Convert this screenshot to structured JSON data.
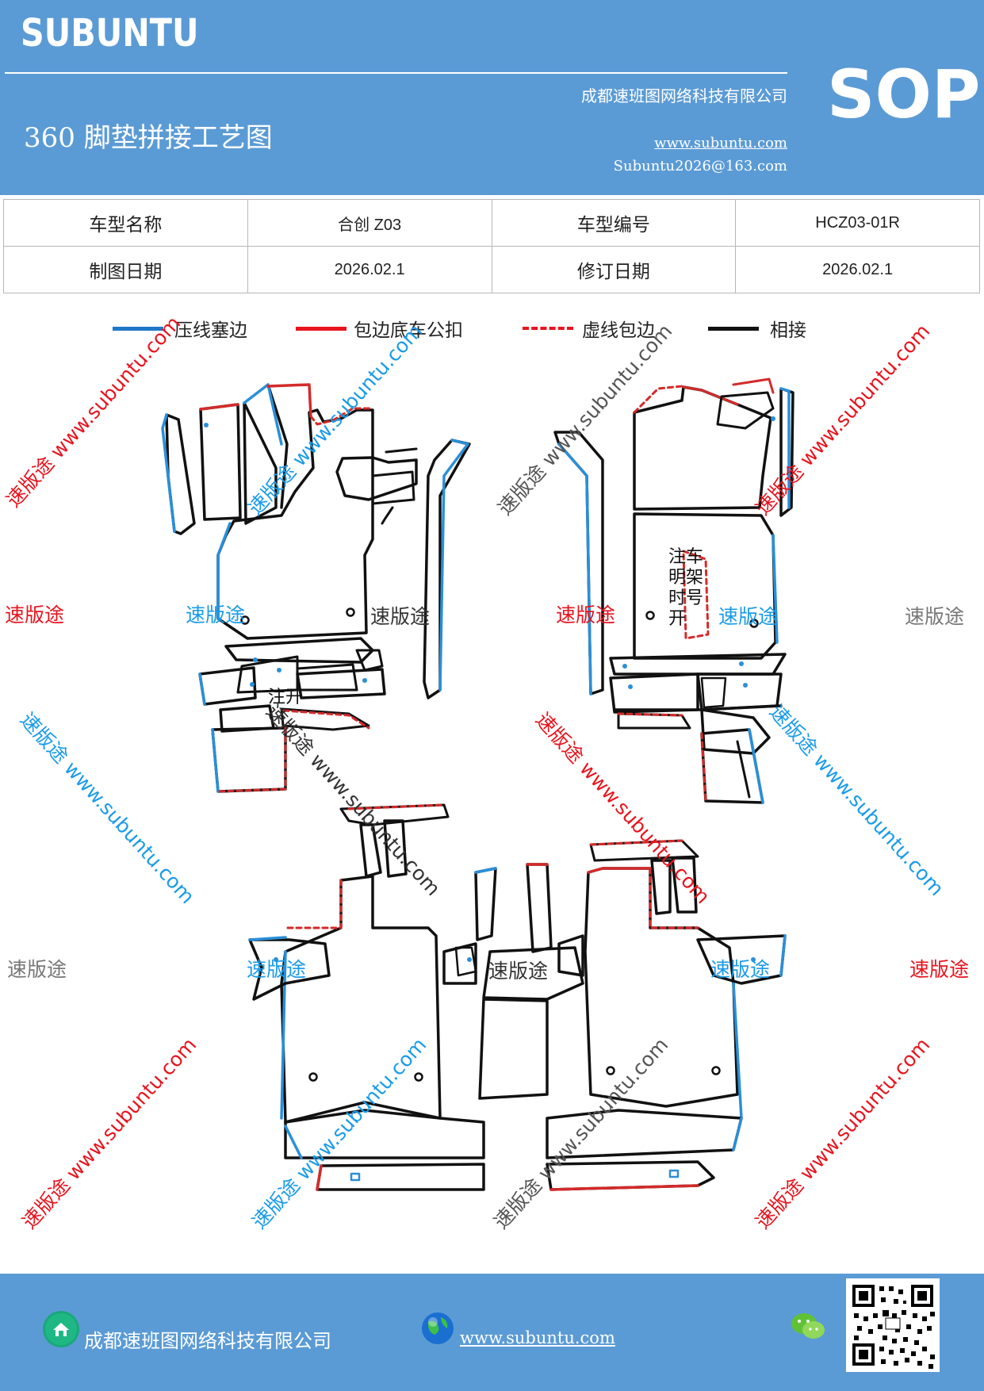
{
  "header": {
    "brand": "SUBUNTU",
    "company": "成都速班图网络科技有限公司",
    "title": "360 脚垫拼接工艺图",
    "website": "www.subuntu.com",
    "email": "Subuntu2026@163.com",
    "badge": "SOP"
  },
  "info_table": {
    "model_name_label": "车型名称",
    "model_name": "合创 Z03",
    "model_code_label": "车型编号",
    "model_code": "HCZ03-01R",
    "draw_date_label": "制图日期",
    "draw_date": "2026.02.1",
    "rev_date_label": "修订日期",
    "rev_date": "2026.02.1"
  },
  "legend": [
    {
      "label": "压线塞边",
      "color": "#1f77c8",
      "style": "solid"
    },
    {
      "label": "包边底车公扣",
      "color": "#e8141e",
      "style": "solid"
    },
    {
      "label": "虚线包边",
      "color": "#e8141e",
      "style": "dashed"
    },
    {
      "label": "相接",
      "color": "#111111",
      "style": "solid"
    }
  ],
  "diagram": {
    "note_line1": "注车",
    "note_line2": "明架",
    "note_line3": "时号",
    "note_line4": "开",
    "small_label": "注开",
    "colors": {
      "blue": "#2a8fd8",
      "red": "#d42a2a",
      "black": "#111111"
    }
  },
  "watermarks": {
    "brand_cn": "速版途",
    "brand_url": "速版途 www.subuntu.com",
    "colors": {
      "red": "#e8141e",
      "blue": "#1a9be8",
      "gray": "#777777"
    }
  },
  "footer": {
    "company": "成都速班图网络科技有限公司",
    "website": "www.subuntu.com"
  }
}
